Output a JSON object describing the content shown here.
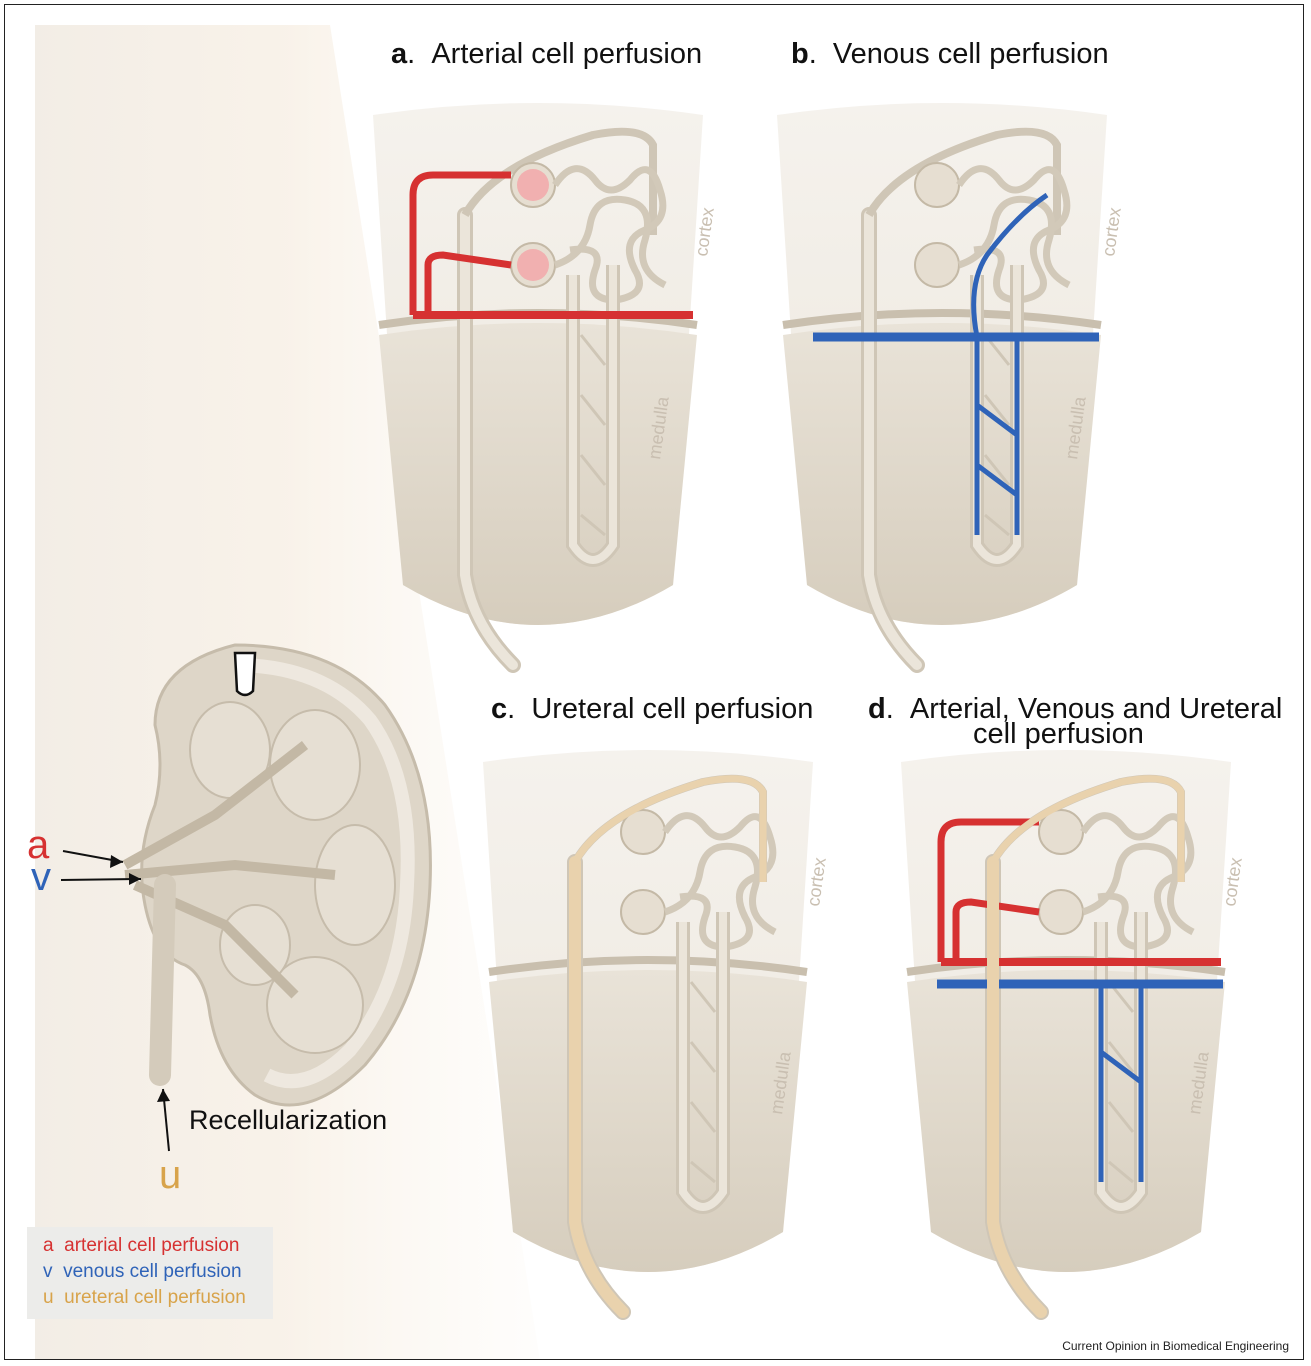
{
  "colors": {
    "arterial": "#d63131",
    "venous": "#2f63b8",
    "ureteral": "#d8a34a",
    "tissue": "#d9d1c3",
    "background_band": "#f3ece2"
  },
  "panels": {
    "a": {
      "letter": "a",
      "title": "Arterial cell perfusion"
    },
    "b": {
      "letter": "b",
      "title": "Venous cell perfusion"
    },
    "c": {
      "letter": "c",
      "title": "Ureteral cell perfusion"
    },
    "d": {
      "letter": "d",
      "title_line1": "Arterial, Venous and Ureteral",
      "title_line2": "cell perfusion"
    }
  },
  "zone_labels": {
    "cortex": "cortex",
    "medulla": "medulla"
  },
  "kidney": {
    "arrow_a": "a",
    "arrow_v": "v",
    "arrow_u": "u",
    "caption": "Recellularization"
  },
  "legend": [
    {
      "key": "a",
      "text": "arterial cell perfusion",
      "color": "#d63131"
    },
    {
      "key": "v",
      "text": "venous cell perfusion",
      "color": "#2f63b8"
    },
    {
      "key": "u",
      "text": "ureteral cell perfusion",
      "color": "#d8a34a"
    }
  ],
  "credit": "Current Opinion in Biomedical Engineering"
}
